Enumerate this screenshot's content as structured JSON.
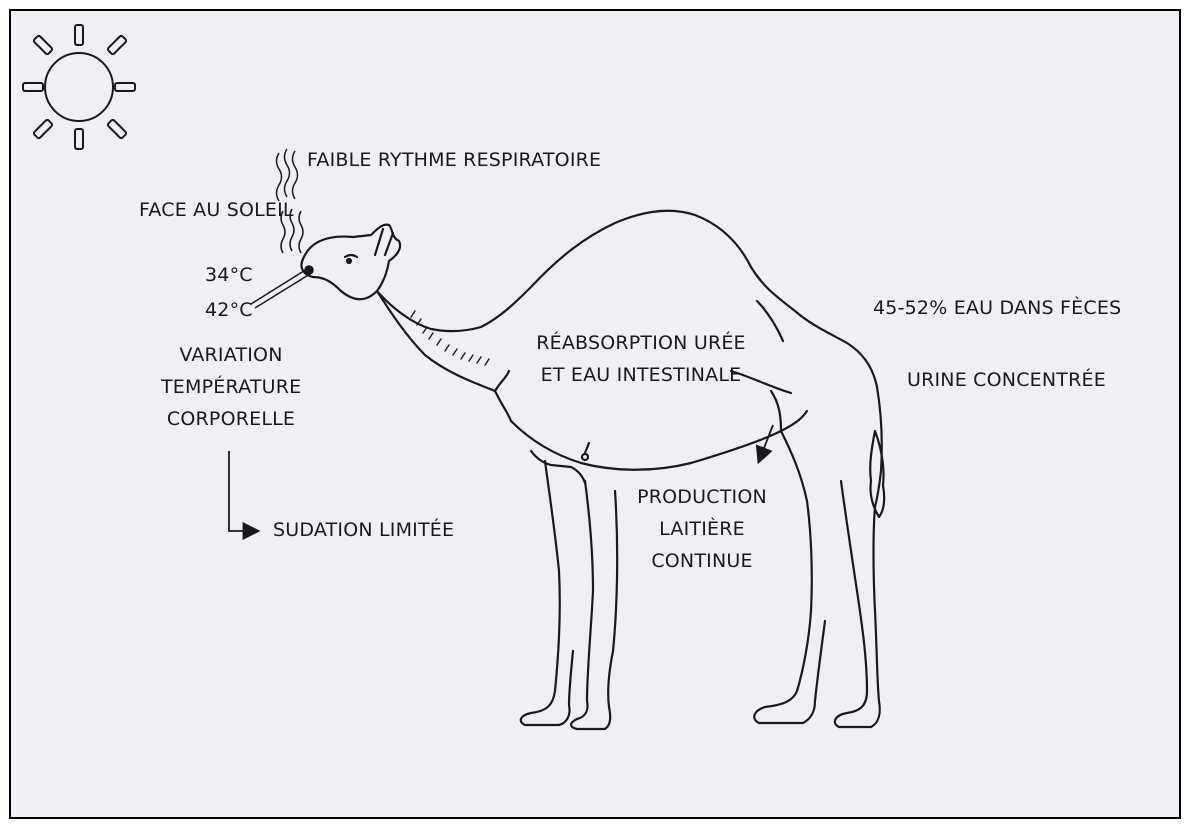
{
  "labels": {
    "faible_rythme": "FAIBLE RYTHME RESPIRATOIRE",
    "face_au_soleil": "FACE AU SOLEIL",
    "temp_low": "34°C",
    "temp_high": "42°C",
    "variation": [
      "VARIATION",
      "TEMPÉRATURE",
      "CORPORELLE"
    ],
    "sudation": "SUDATION LIMITÉE",
    "reabsorption": [
      "RÉABSORPTION URÉE",
      "ET EAU INTESTINALE"
    ],
    "production": [
      "PRODUCTION",
      "LAITIÈRE",
      "CONTINUE"
    ],
    "eau_feces": "45-52% EAU DANS FÈCES",
    "urine": "URINE CONCENTRÉE"
  },
  "icons": [
    "sun-icon",
    "camel-illustration",
    "thermometer-icon",
    "breath-wavy-lines-icon"
  ],
  "colors": {
    "ink": "#1a1a1a",
    "paper": "#eef0f6"
  }
}
